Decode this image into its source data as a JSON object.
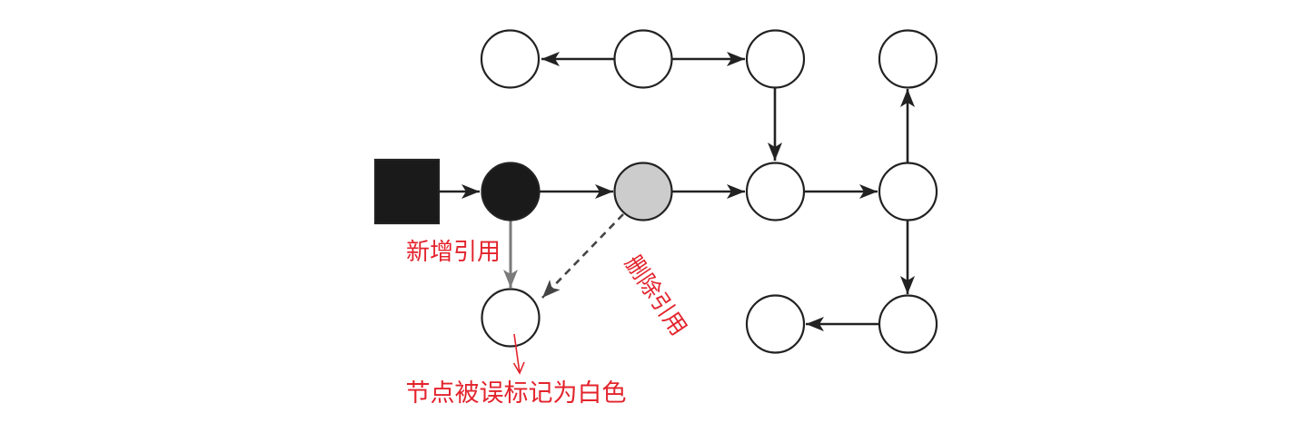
{
  "labels": {
    "added_reference": "新增引用",
    "removed_reference": "删除引用",
    "misjudged_node": "节点被误标记为白色"
  },
  "colors": {
    "annotation_text": "#e3232c",
    "black_node": "#1a1a1a",
    "gray_node": "#cccccc",
    "white_node": "#ffffff",
    "edge": "#222222",
    "added_edge": "#7a7a7a"
  }
}
